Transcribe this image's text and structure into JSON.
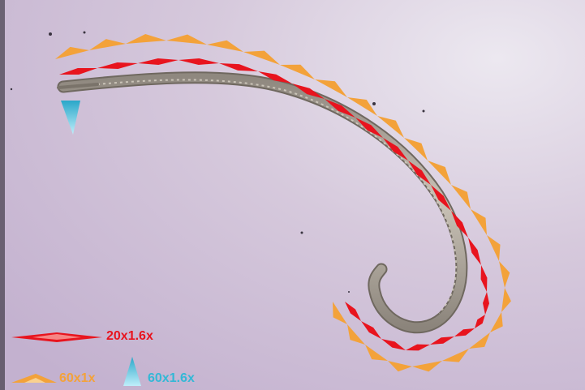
{
  "legend": {
    "red": {
      "label": "20x1.6x",
      "color": "#e8141e"
    },
    "orange": {
      "label": "60x1x",
      "color": "#f3a23a"
    },
    "cyan": {
      "label": "60x1.6x",
      "color": "#33b8d6"
    }
  },
  "image": {
    "background_colors": [
      "#d6cadc",
      "#c9b8d3",
      "#e6e2ec"
    ],
    "specimen_color": "#a9a29a"
  }
}
